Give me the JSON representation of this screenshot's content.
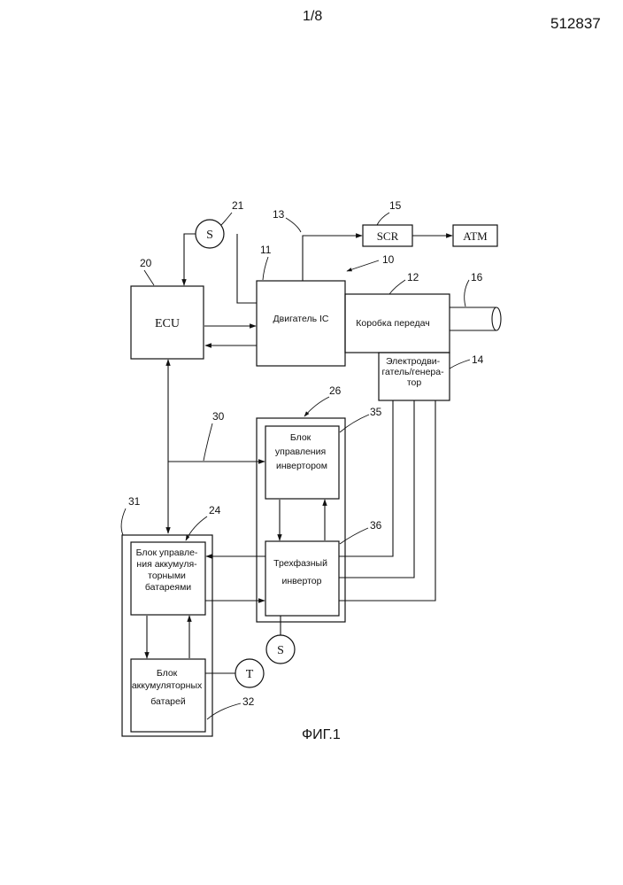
{
  "header": {
    "page": "1/8",
    "doc_number": "512837"
  },
  "figure_caption": "ФИГ.1",
  "blocks": {
    "ecu": "ECU",
    "engine": "Двигатель IC",
    "gearbox": "Коробка передач",
    "motor_generator": [
      "Электродви-",
      "гатель/генера-",
      "тор"
    ],
    "scr": "SCR",
    "atm": "ATM",
    "inverter_control": [
      "Блок",
      "управления",
      "инвертором"
    ],
    "three_phase_inverter": [
      "Трехфазный",
      "инвертор"
    ],
    "battery_control": [
      "Блок управле-",
      "ния аккумуля-",
      "торными",
      "батареями"
    ],
    "battery": [
      "Блок",
      "аккумуляторных",
      "батарей"
    ]
  },
  "sensors": {
    "s_top": "S",
    "s_bottom": "S",
    "t": "T"
  },
  "refs": {
    "r10": "10",
    "r11": "11",
    "r12": "12",
    "r13": "13",
    "r14": "14",
    "r15": "15",
    "r16": "16",
    "r20": "20",
    "r21": "21",
    "r24": "24",
    "r26": "26",
    "r30": "30",
    "r31": "31",
    "r32": "32",
    "r35": "35",
    "r36": "36"
  }
}
